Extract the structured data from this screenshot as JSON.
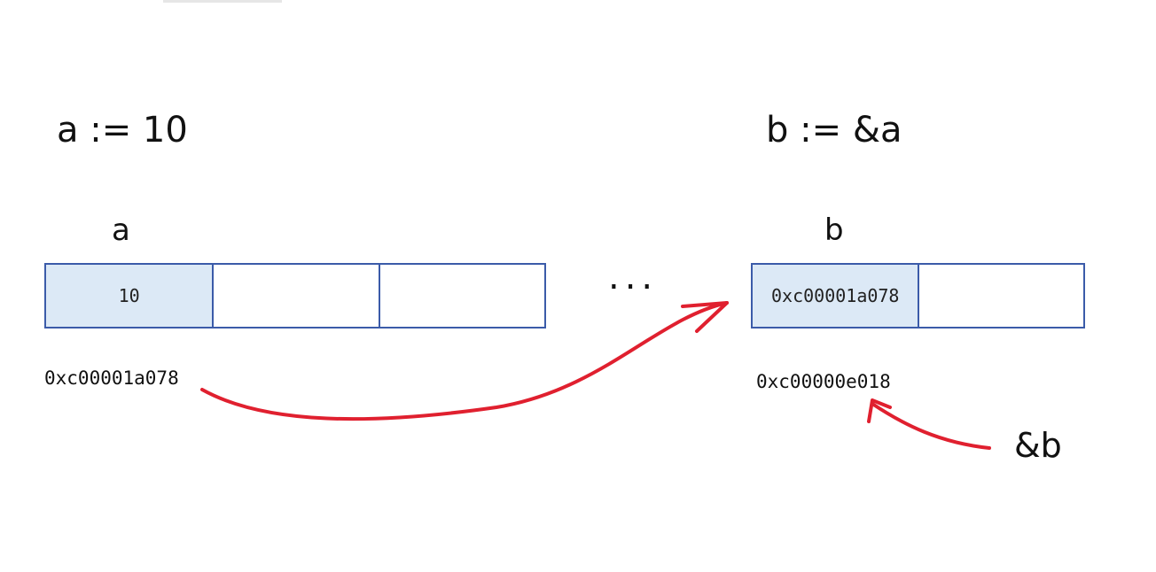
{
  "statements": {
    "a": "a := 10",
    "b": "b := &a"
  },
  "variables": {
    "a": {
      "label": "a",
      "cells": [
        "10",
        "",
        ""
      ],
      "address": "0xc00001a078"
    },
    "b": {
      "label": "b",
      "cells": [
        "0xc00001a078",
        ""
      ],
      "address": "0xc00000e018"
    }
  },
  "ellipsis": "...",
  "ref_label": "&b",
  "colors": {
    "cell_fill": "#dce9f6",
    "cell_border": "#3b5ba9",
    "arrow": "#e0202f"
  }
}
